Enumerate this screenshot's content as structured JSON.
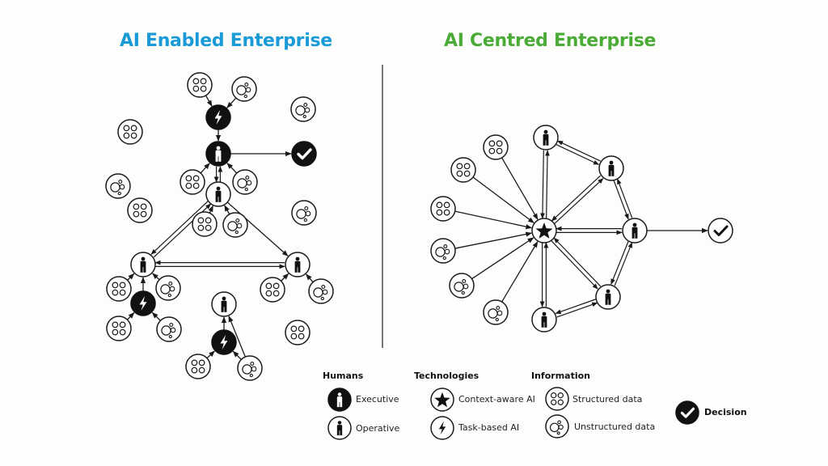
{
  "titles": {
    "left": "AI Enabled Enterprise",
    "right": "AI Centred Enterprise"
  },
  "colors": {
    "left_title": "#1a9ad6",
    "right_title": "#4aab37",
    "stroke": "#1a1a1a",
    "divider": "#555555"
  },
  "legend": {
    "humans": {
      "heading": "Humans",
      "items": [
        {
          "icon": "executive-icon",
          "label": "Executive"
        },
        {
          "icon": "operative-icon",
          "label": "Operative"
        }
      ]
    },
    "technologies": {
      "heading": "Technologies",
      "items": [
        {
          "icon": "context-aware-ai-icon",
          "label": "Context-aware AI"
        },
        {
          "icon": "task-based-ai-icon",
          "label": "Task-based AI"
        }
      ]
    },
    "information": {
      "heading": "Information",
      "items": [
        {
          "icon": "structured-data-icon",
          "label": "Structured data"
        },
        {
          "icon": "unstructured-data-icon",
          "label": "Unstructured data"
        }
      ]
    },
    "decision": {
      "icon": "decision-icon",
      "label": "Decision"
    }
  },
  "left_graph": {
    "nodes": [
      {
        "id": "L_s1",
        "type": "structured"
      },
      {
        "id": "L_u1",
        "type": "unstructured"
      },
      {
        "id": "L_t1",
        "type": "task"
      },
      {
        "id": "L_e",
        "type": "executive"
      },
      {
        "id": "L_d",
        "type": "decision"
      },
      {
        "id": "L_u2",
        "type": "unstructured"
      },
      {
        "id": "L_s2",
        "type": "structured"
      },
      {
        "id": "L_s3",
        "type": "structured"
      },
      {
        "id": "L_u3",
        "type": "unstructured"
      },
      {
        "id": "L_o1",
        "type": "operative"
      },
      {
        "id": "L_u4",
        "type": "unstructured"
      },
      {
        "id": "L_s4",
        "type": "structured"
      },
      {
        "id": "L_s5",
        "type": "structured"
      },
      {
        "id": "L_u5",
        "type": "unstructured"
      },
      {
        "id": "L_u6",
        "type": "unstructured"
      },
      {
        "id": "L_o2",
        "type": "operative"
      },
      {
        "id": "L_o3",
        "type": "operative"
      },
      {
        "id": "L_s6",
        "type": "structured"
      },
      {
        "id": "L_u7",
        "type": "unstructured"
      },
      {
        "id": "L_t2",
        "type": "task"
      },
      {
        "id": "L_s7",
        "type": "structured"
      },
      {
        "id": "L_u8",
        "type": "unstructured"
      },
      {
        "id": "L_s8",
        "type": "structured"
      },
      {
        "id": "L_u9",
        "type": "unstructured"
      },
      {
        "id": "L_o4",
        "type": "operative"
      },
      {
        "id": "L_t3",
        "type": "task"
      },
      {
        "id": "L_s9",
        "type": "structured"
      },
      {
        "id": "L_u10",
        "type": "unstructured"
      },
      {
        "id": "L_s10",
        "type": "structured"
      }
    ],
    "edges": [
      {
        "from": "L_s1",
        "to": "L_t1"
      },
      {
        "from": "L_u1",
        "to": "L_t1"
      },
      {
        "from": "L_t1",
        "to": "L_e"
      },
      {
        "from": "L_e",
        "to": "L_d"
      },
      {
        "from": "L_s3",
        "to": "L_e"
      },
      {
        "from": "L_u3",
        "to": "L_e"
      },
      {
        "from": "L_o1",
        "to": "L_e",
        "bidirectional": true
      },
      {
        "from": "L_s5",
        "to": "L_o1"
      },
      {
        "from": "L_u5",
        "to": "L_o1"
      },
      {
        "from": "L_o1",
        "to": "L_o2",
        "bidirectional": true
      },
      {
        "from": "L_o1",
        "to": "L_o3"
      },
      {
        "from": "L_o2",
        "to": "L_o3",
        "bidirectional": true
      },
      {
        "from": "L_s6",
        "to": "L_o2"
      },
      {
        "from": "L_u7",
        "to": "L_o2"
      },
      {
        "from": "L_t2",
        "to": "L_o2"
      },
      {
        "from": "L_s7",
        "to": "L_t2"
      },
      {
        "from": "L_u8",
        "to": "L_t2"
      },
      {
        "from": "L_s8",
        "to": "L_o3"
      },
      {
        "from": "L_u9",
        "to": "L_o3"
      },
      {
        "from": "L_t3",
        "to": "L_o4"
      },
      {
        "from": "L_s9",
        "to": "L_t3"
      },
      {
        "from": "L_u10",
        "to": "L_t3"
      },
      {
        "from": "L_u10",
        "to": "L_o4"
      }
    ]
  },
  "right_graph": {
    "nodes": [
      {
        "id": "R_c",
        "type": "context"
      },
      {
        "id": "R_o1",
        "type": "operative"
      },
      {
        "id": "R_o2",
        "type": "operative"
      },
      {
        "id": "R_o3",
        "type": "operative"
      },
      {
        "id": "R_o4",
        "type": "operative"
      },
      {
        "id": "R_o5",
        "type": "operative"
      },
      {
        "id": "R_d",
        "type": "decision-outline"
      },
      {
        "id": "R_s1",
        "type": "structured"
      },
      {
        "id": "R_s2",
        "type": "structured"
      },
      {
        "id": "R_s3",
        "type": "structured"
      },
      {
        "id": "R_u1",
        "type": "unstructured"
      },
      {
        "id": "R_u2",
        "type": "unstructured"
      },
      {
        "id": "R_u3",
        "type": "unstructured"
      }
    ],
    "edges": [
      {
        "from": "R_s1",
        "to": "R_c"
      },
      {
        "from": "R_s2",
        "to": "R_c"
      },
      {
        "from": "R_s3",
        "to": "R_c"
      },
      {
        "from": "R_u1",
        "to": "R_c"
      },
      {
        "from": "R_u2",
        "to": "R_c"
      },
      {
        "from": "R_u3",
        "to": "R_c"
      },
      {
        "from": "R_c",
        "to": "R_o1",
        "bidirectional": true
      },
      {
        "from": "R_c",
        "to": "R_o2",
        "bidirectional": true
      },
      {
        "from": "R_c",
        "to": "R_o3",
        "bidirectional": true
      },
      {
        "from": "R_c",
        "to": "R_o4",
        "bidirectional": true
      },
      {
        "from": "R_c",
        "to": "R_o5",
        "bidirectional": true
      },
      {
        "from": "R_o1",
        "to": "R_o2",
        "bidirectional": true
      },
      {
        "from": "R_o2",
        "to": "R_o3",
        "bidirectional": true
      },
      {
        "from": "R_o3",
        "to": "R_o4",
        "bidirectional": true
      },
      {
        "from": "R_o4",
        "to": "R_o5",
        "bidirectional": true
      },
      {
        "from": "R_o3",
        "to": "R_d"
      }
    ]
  }
}
